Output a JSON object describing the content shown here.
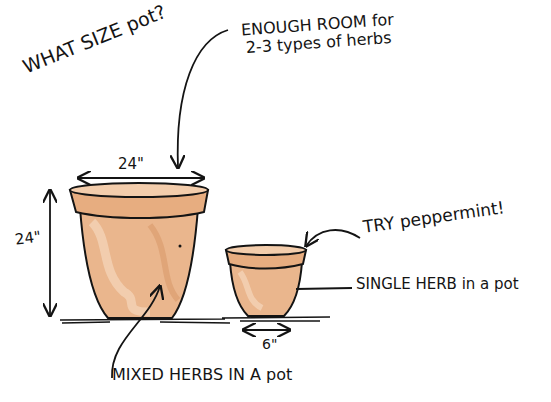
{
  "diagram": {
    "labels": [
      "WHAT SIZE pot?",
      "24\"",
      "ENOUGH ROOM for 2-3 types of herbs",
      "24\"",
      "TRY peppermint!",
      "SINGLE HERB in a pot",
      "6\"",
      "MIXED HERBS IN A pot"
    ]
  }
}
